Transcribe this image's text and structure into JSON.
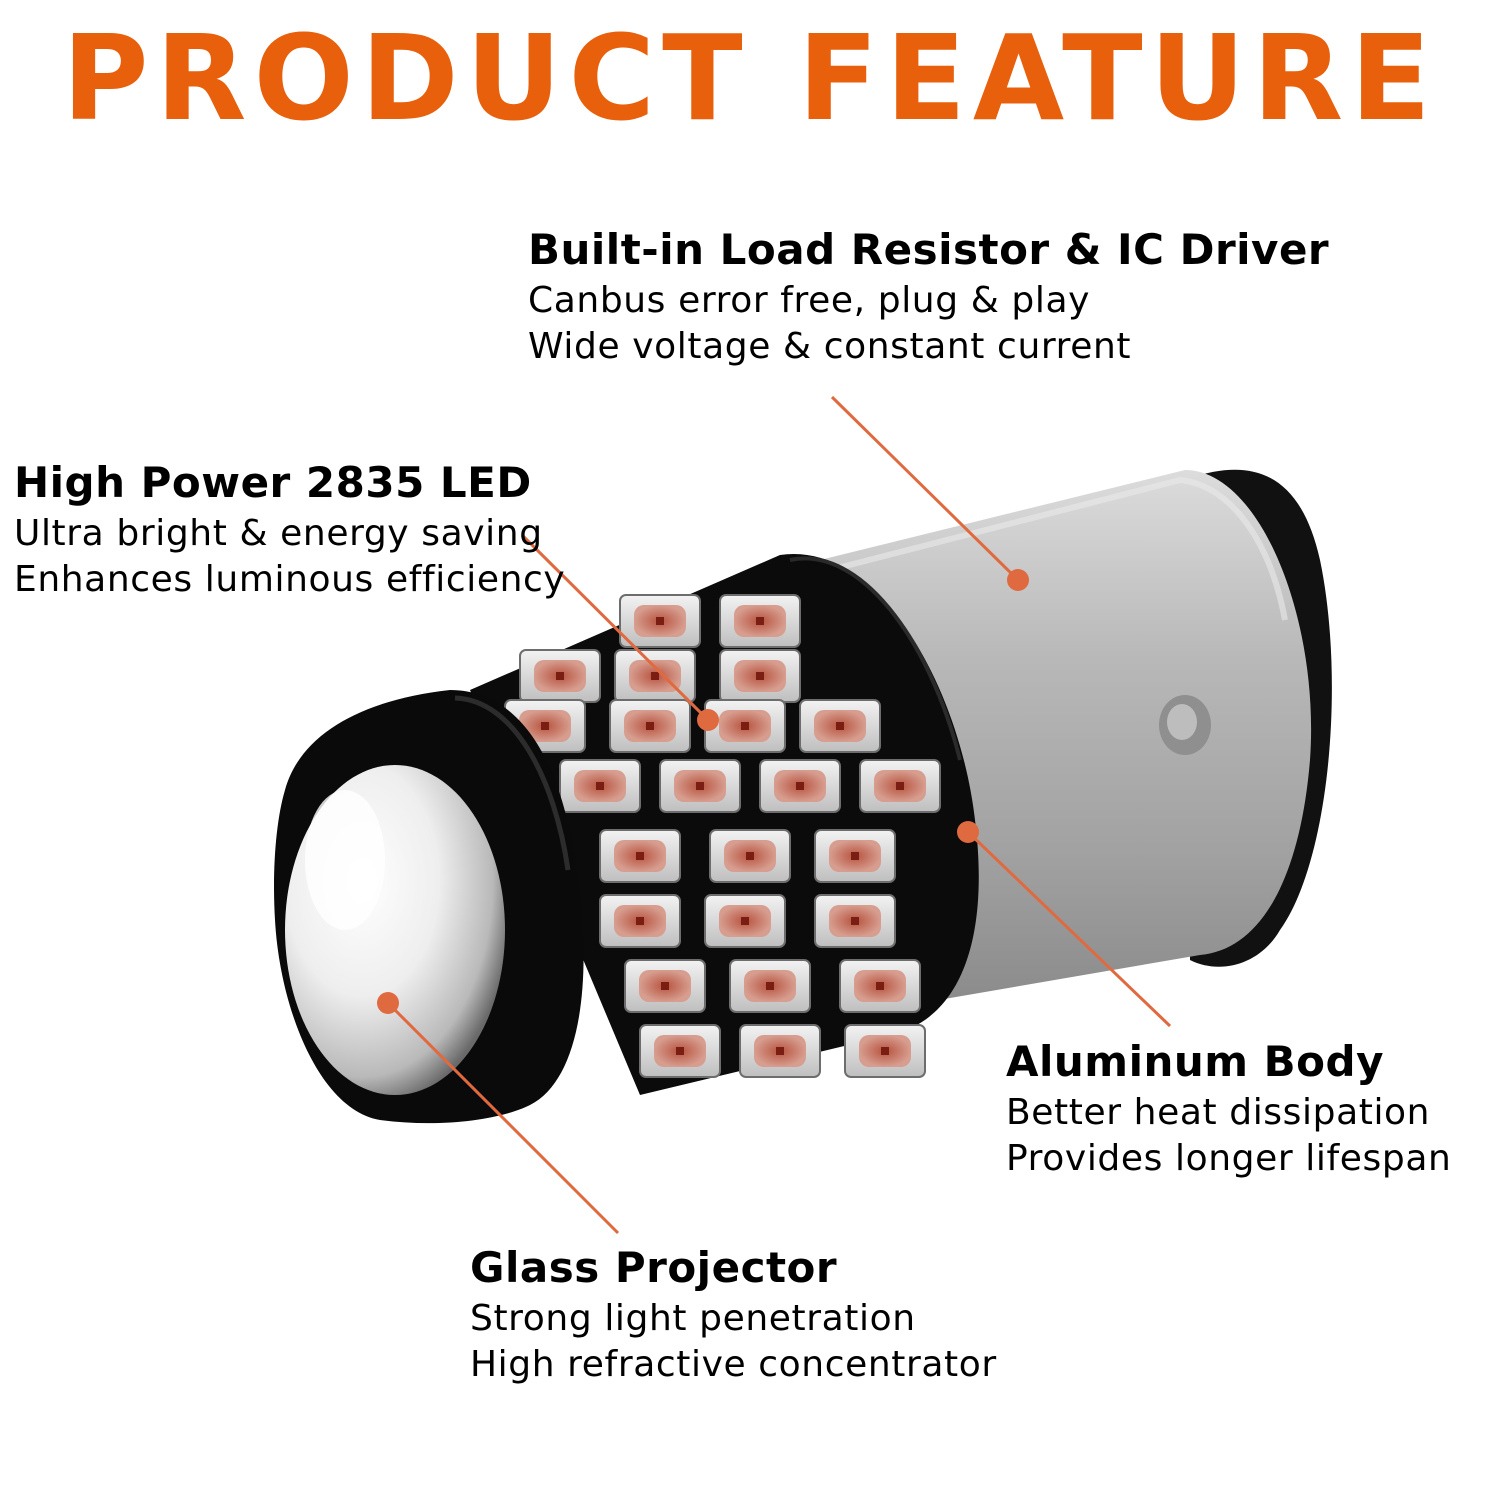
{
  "title": "PRODUCT FEATURE",
  "accent_color": "#e8600c",
  "callout_color": "#e06a40",
  "features": [
    {
      "title": "Built-in Load Resistor & IC Driver",
      "lines": [
        "Canbus error free, plug & play",
        "Wide voltage & constant current"
      ]
    },
    {
      "title": "High Power 2835 LED",
      "lines": [
        "Ultra bright & energy saving",
        "Enhances luminous efficiency"
      ]
    },
    {
      "title": "Aluminum Body",
      "lines": [
        "Better heat dissipation",
        "Provides longer lifespan"
      ]
    },
    {
      "title": "Glass Projector",
      "lines": [
        "Strong light penetration",
        "High refractive concentrator"
      ]
    }
  ]
}
